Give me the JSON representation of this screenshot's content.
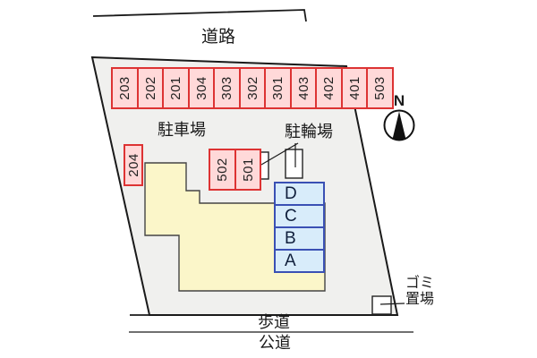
{
  "labels": {
    "road": "道路",
    "parking_lot": "駐車場",
    "bicycle_parking": "駐輪場",
    "sidewalk": "歩道",
    "public_road": "公道",
    "garbage_line1": "ゴミ",
    "garbage_line2": "置場",
    "north": "N"
  },
  "parking": {
    "top_row": [
      "203",
      "202",
      "201",
      "304",
      "303",
      "302",
      "301",
      "403",
      "402",
      "401",
      "503"
    ],
    "side": [
      "204",
      "502",
      "501"
    ]
  },
  "building": {
    "units": [
      "D",
      "C",
      "B",
      "A"
    ]
  },
  "colors": {
    "site_fill": "#f0f0ee",
    "site_stroke": "#1a1a1a",
    "building_fill": "#fbf6c9",
    "building_stroke": "#444444",
    "space_fill": "#ffd9d9",
    "space_border": "#dd3333",
    "space_text": "#222222",
    "unit_fill": "#d8ecfa",
    "unit_border": "#3a50b4",
    "unit_text": "#101f3c",
    "line_color": "#1a1a1a",
    "text_color": "#1a1a1a"
  }
}
